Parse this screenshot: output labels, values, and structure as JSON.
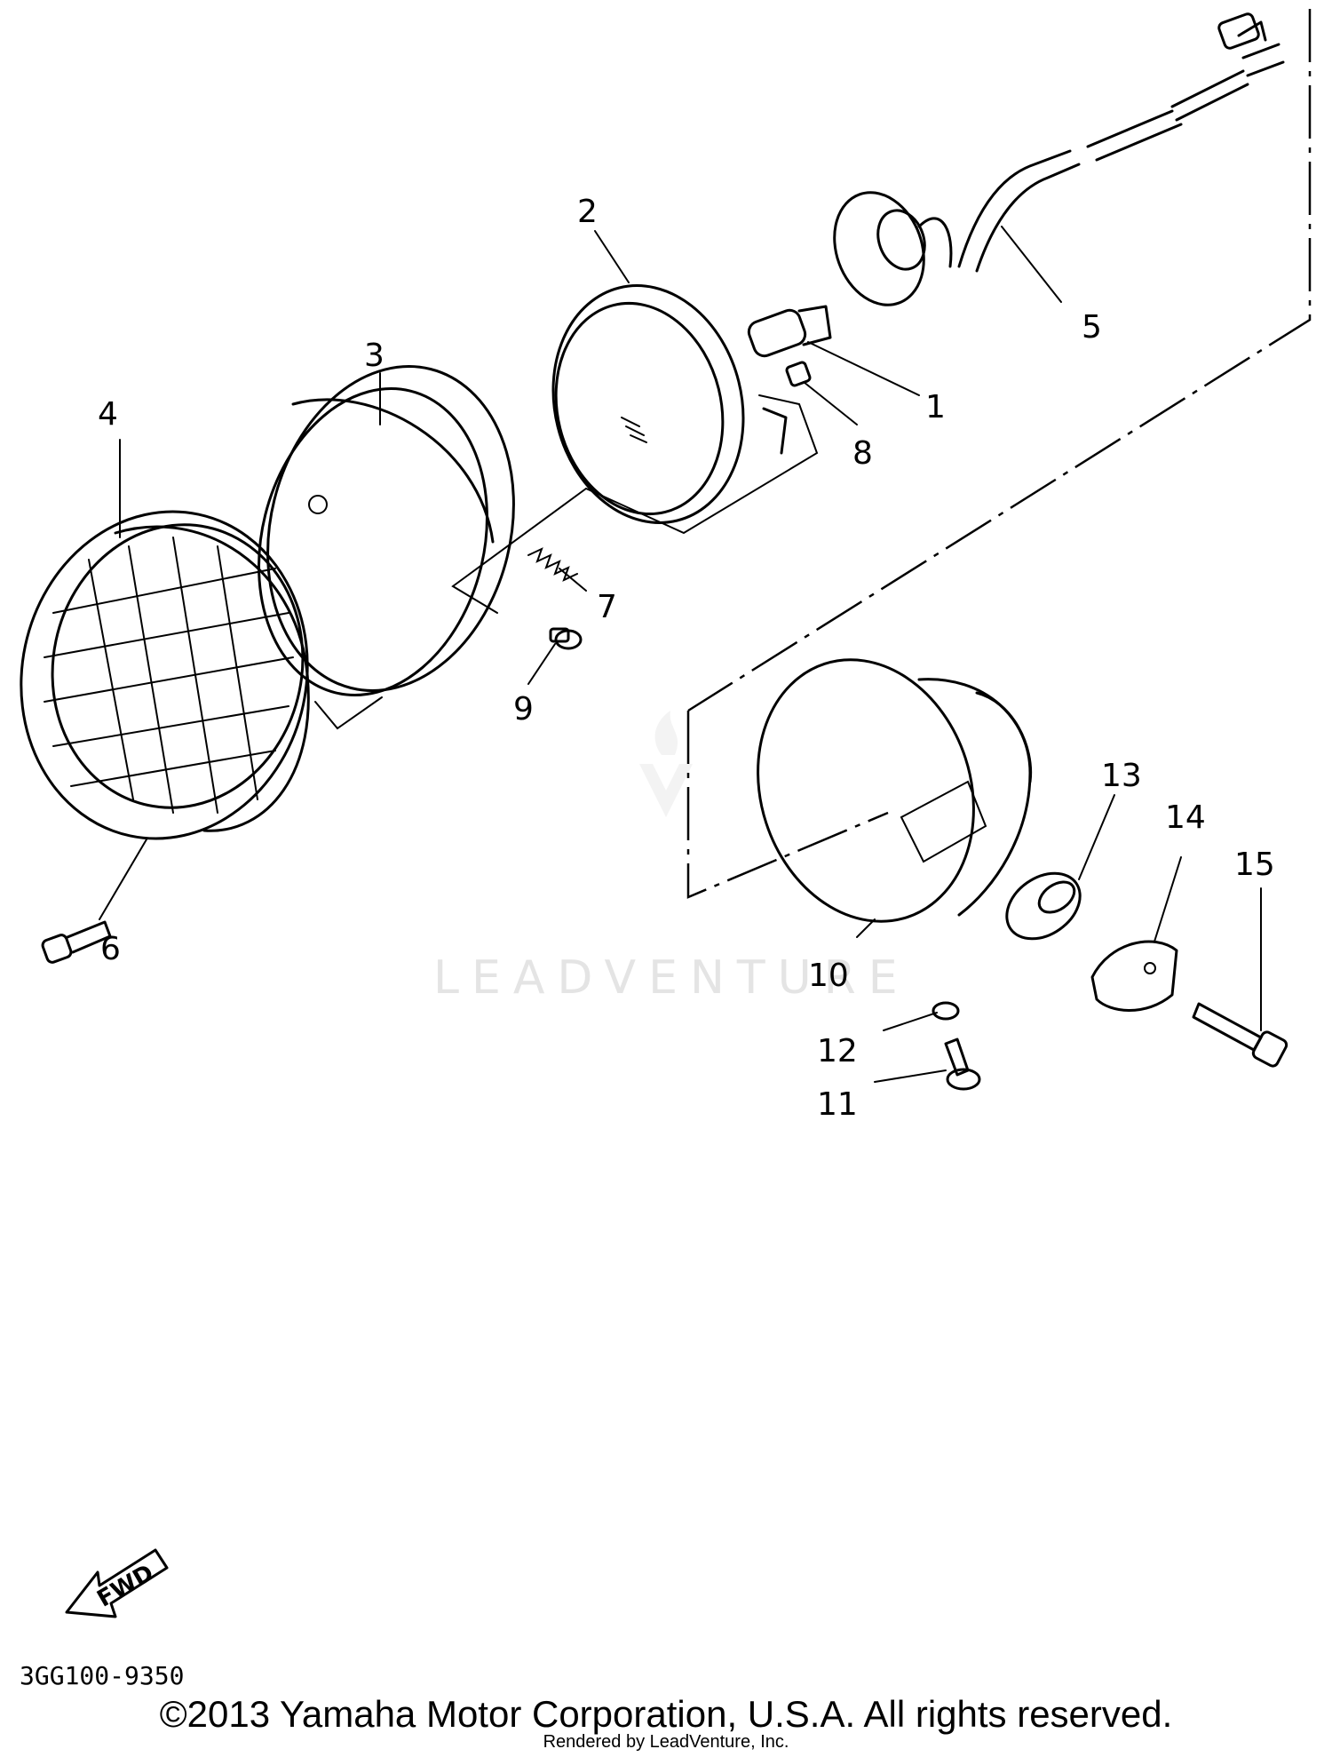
{
  "callouts": {
    "c1": "1",
    "c2": "2",
    "c3": "3",
    "c4": "4",
    "c5": "5",
    "c6": "6",
    "c7": "7",
    "c8": "8",
    "c9": "9",
    "c10": "10",
    "c11": "11",
    "c12": "12",
    "c13": "13",
    "c14": "14",
    "c15": "15"
  },
  "fwd_label": "FWD",
  "watermark": "LEADVENTURE",
  "part_code": "3GG100-9350",
  "copyright": "©2013 Yamaha Motor Corporation, U.S.A. All rights reserved.",
  "rendered_by": "Rendered by LeadVenture, Inc."
}
